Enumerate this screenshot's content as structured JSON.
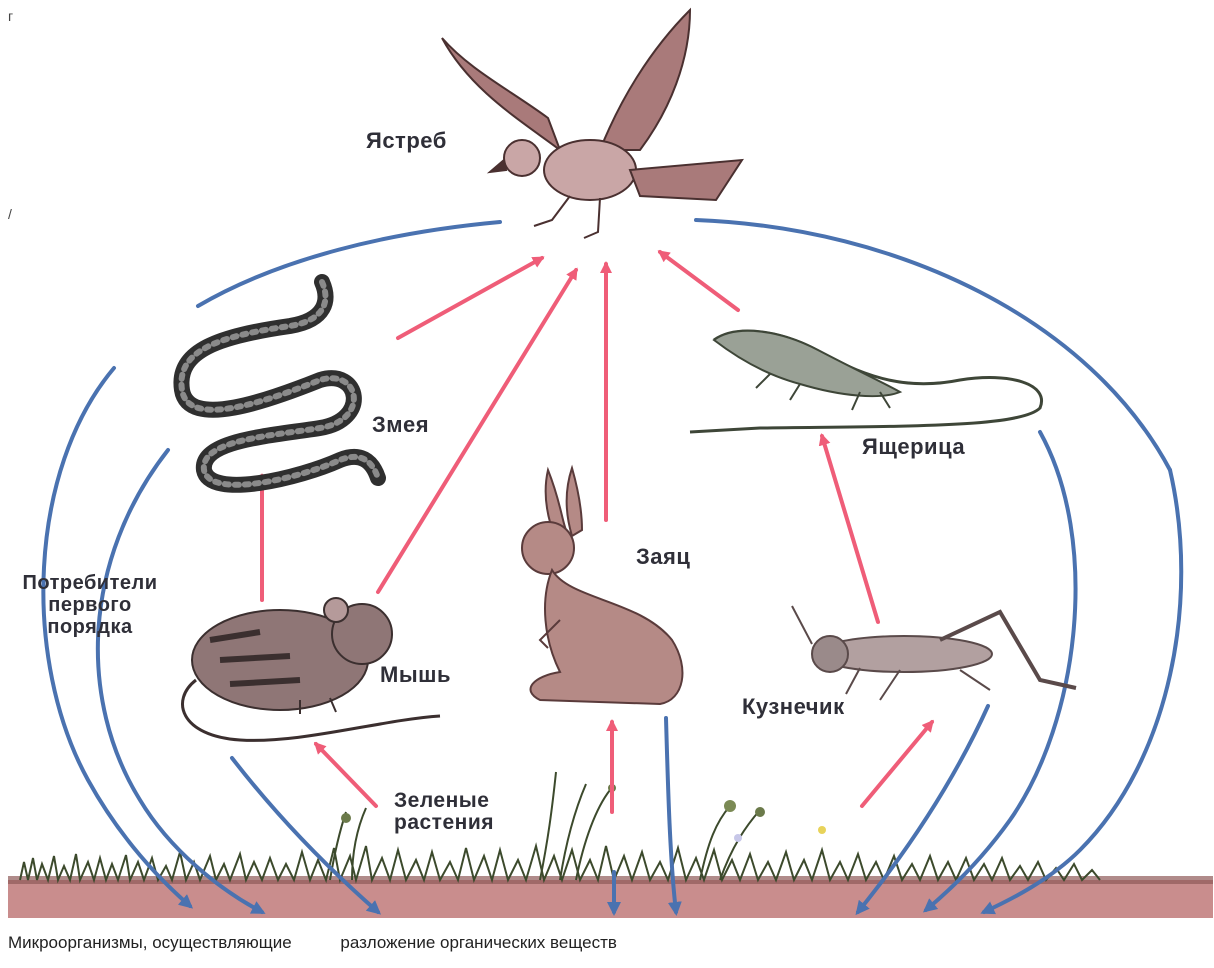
{
  "labels": {
    "hawk": "Ястреб",
    "snake": "Змея",
    "lizard": "Ящерица",
    "hare": "Заяц",
    "mouse": "Мышь",
    "grasshopper": "Кузнечик",
    "consumers": "Потребители первого порядка",
    "plants": "Зеленые растения"
  },
  "caption": {
    "part1": "Микроорганизмы, осуществляющие",
    "part2": "разложение органических веществ"
  },
  "margin_marks": {
    "top": "г",
    "middle": "/"
  },
  "colors": {
    "food_arrow": "#ef5d78",
    "decomposition_arrow": "#4a72b0",
    "soil": "#c98d8d",
    "grass": "#3c4a2c",
    "label_text": "#2f2f38"
  }
}
